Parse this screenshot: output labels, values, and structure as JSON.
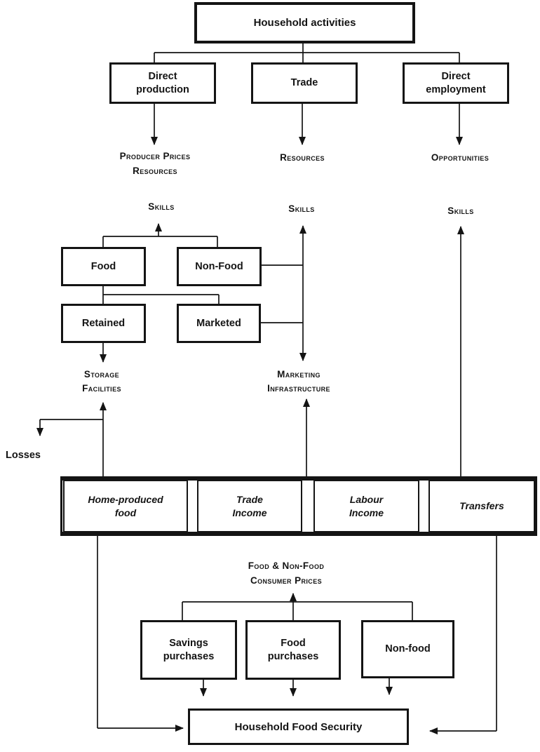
{
  "colors": {
    "ink": "#141414",
    "paper": "#ffffff"
  },
  "nodes": {
    "household_activities": "Household activities",
    "direct_production": "Direct\nproduction",
    "trade": "Trade",
    "direct_employment": "Direct\nemployment",
    "food": "Food",
    "non_food": "Non-Food",
    "retained": "Retained",
    "marketed": "Marketed",
    "savings_purchases": "Savings\npurchases",
    "food_purchases": "Food\npurchases",
    "non_food_purchases": "Non-food",
    "household_food_security": "Household Food Security"
  },
  "income_bar": {
    "segments": [
      {
        "label": "Home-produced\nfood"
      },
      {
        "label": "Trade\nIncome"
      },
      {
        "label": "Labour\nIncome"
      },
      {
        "label": "Transfers"
      }
    ]
  },
  "annotations": {
    "producer_prices_resources": "Producer Prices\nResources",
    "resources": "Resources",
    "opportunities": "Opportunities",
    "skills_production": "Skills",
    "skills_trade": "Skills",
    "skills_employment": "Skills",
    "storage_facilities": "Storage\nFacilities",
    "marketing_infrastructure": "Marketing\nInfrastructure",
    "losses": "Losses",
    "consumer_prices": "Food & Non-Food\nConsumer Prices"
  }
}
